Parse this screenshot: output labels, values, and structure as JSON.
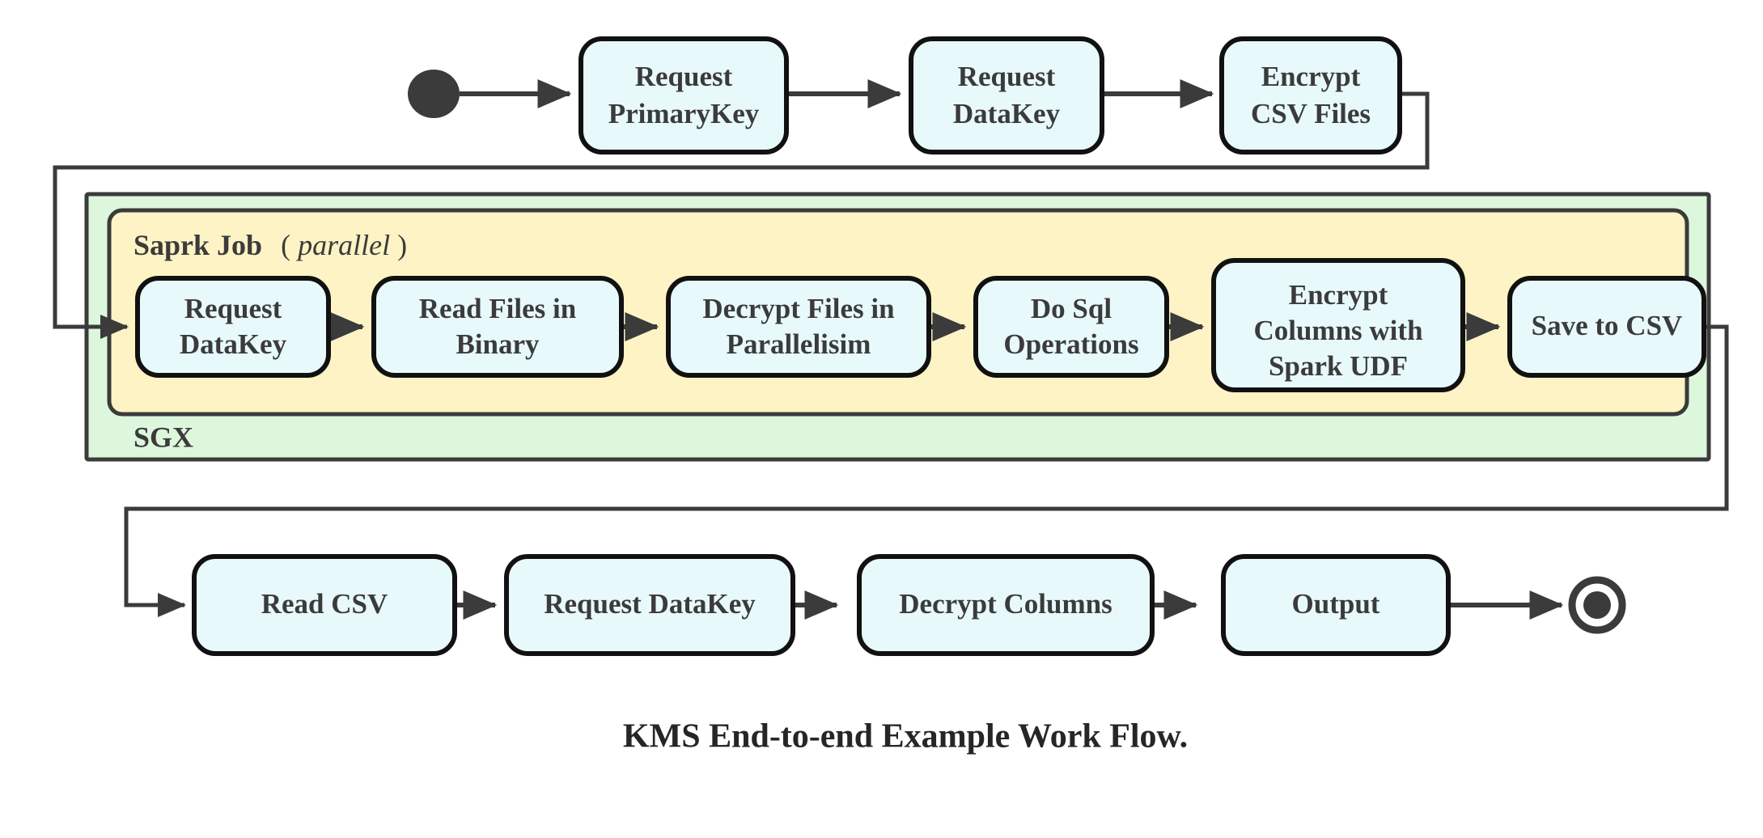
{
  "caption": "KMS End-to-end Example Work Flow.",
  "colors": {
    "node_fill": "#e8f9fc",
    "node_stroke": "#111111",
    "sgx_container_fill": "#ddf7dd",
    "spark_container_fill": "#fdf3c4",
    "line": "#3b3b3b",
    "text": "#3b3b3b",
    "background": "#ffffff"
  },
  "containers": {
    "sgx": {
      "label": "SGX"
    },
    "spark": {
      "label_bold": "Saprk Job",
      "label_paren_open": "(",
      "label_italic": "parallel",
      "label_paren_close": ")"
    }
  },
  "nodes": {
    "start": {
      "name": "start-node"
    },
    "end": {
      "name": "end-node"
    },
    "top_row": [
      {
        "id": "request-primarykey",
        "lines": [
          "Request",
          "PrimaryKey"
        ]
      },
      {
        "id": "request-datakey-top",
        "lines": [
          "Request",
          "DataKey"
        ]
      },
      {
        "id": "encrypt-csv-files",
        "lines": [
          "Encrypt",
          "CSV Files"
        ]
      }
    ],
    "spark_row": [
      {
        "id": "request-datakey-spark",
        "lines": [
          "Request",
          "DataKey"
        ]
      },
      {
        "id": "read-files-in-binary",
        "lines": [
          "Read Files in",
          "Binary"
        ]
      },
      {
        "id": "decrypt-files-in-parallelisim",
        "lines": [
          "Decrypt Files in",
          "Parallelisim"
        ]
      },
      {
        "id": "do-sql-operations",
        "lines": [
          "Do Sql",
          "Operations"
        ]
      },
      {
        "id": "encrypt-columns-with-spark-udf",
        "lines": [
          "Encrypt",
          "Columns with",
          "Spark UDF"
        ]
      },
      {
        "id": "save-to-csv",
        "lines": [
          "Save to CSV"
        ]
      }
    ],
    "bottom_row": [
      {
        "id": "read-csv",
        "lines": [
          "Read CSV"
        ]
      },
      {
        "id": "request-datakey-bottom",
        "lines": [
          "Request DataKey"
        ]
      },
      {
        "id": "decrypt-columns",
        "lines": [
          "Decrypt Columns"
        ]
      },
      {
        "id": "output",
        "lines": [
          "Output"
        ]
      }
    ]
  }
}
